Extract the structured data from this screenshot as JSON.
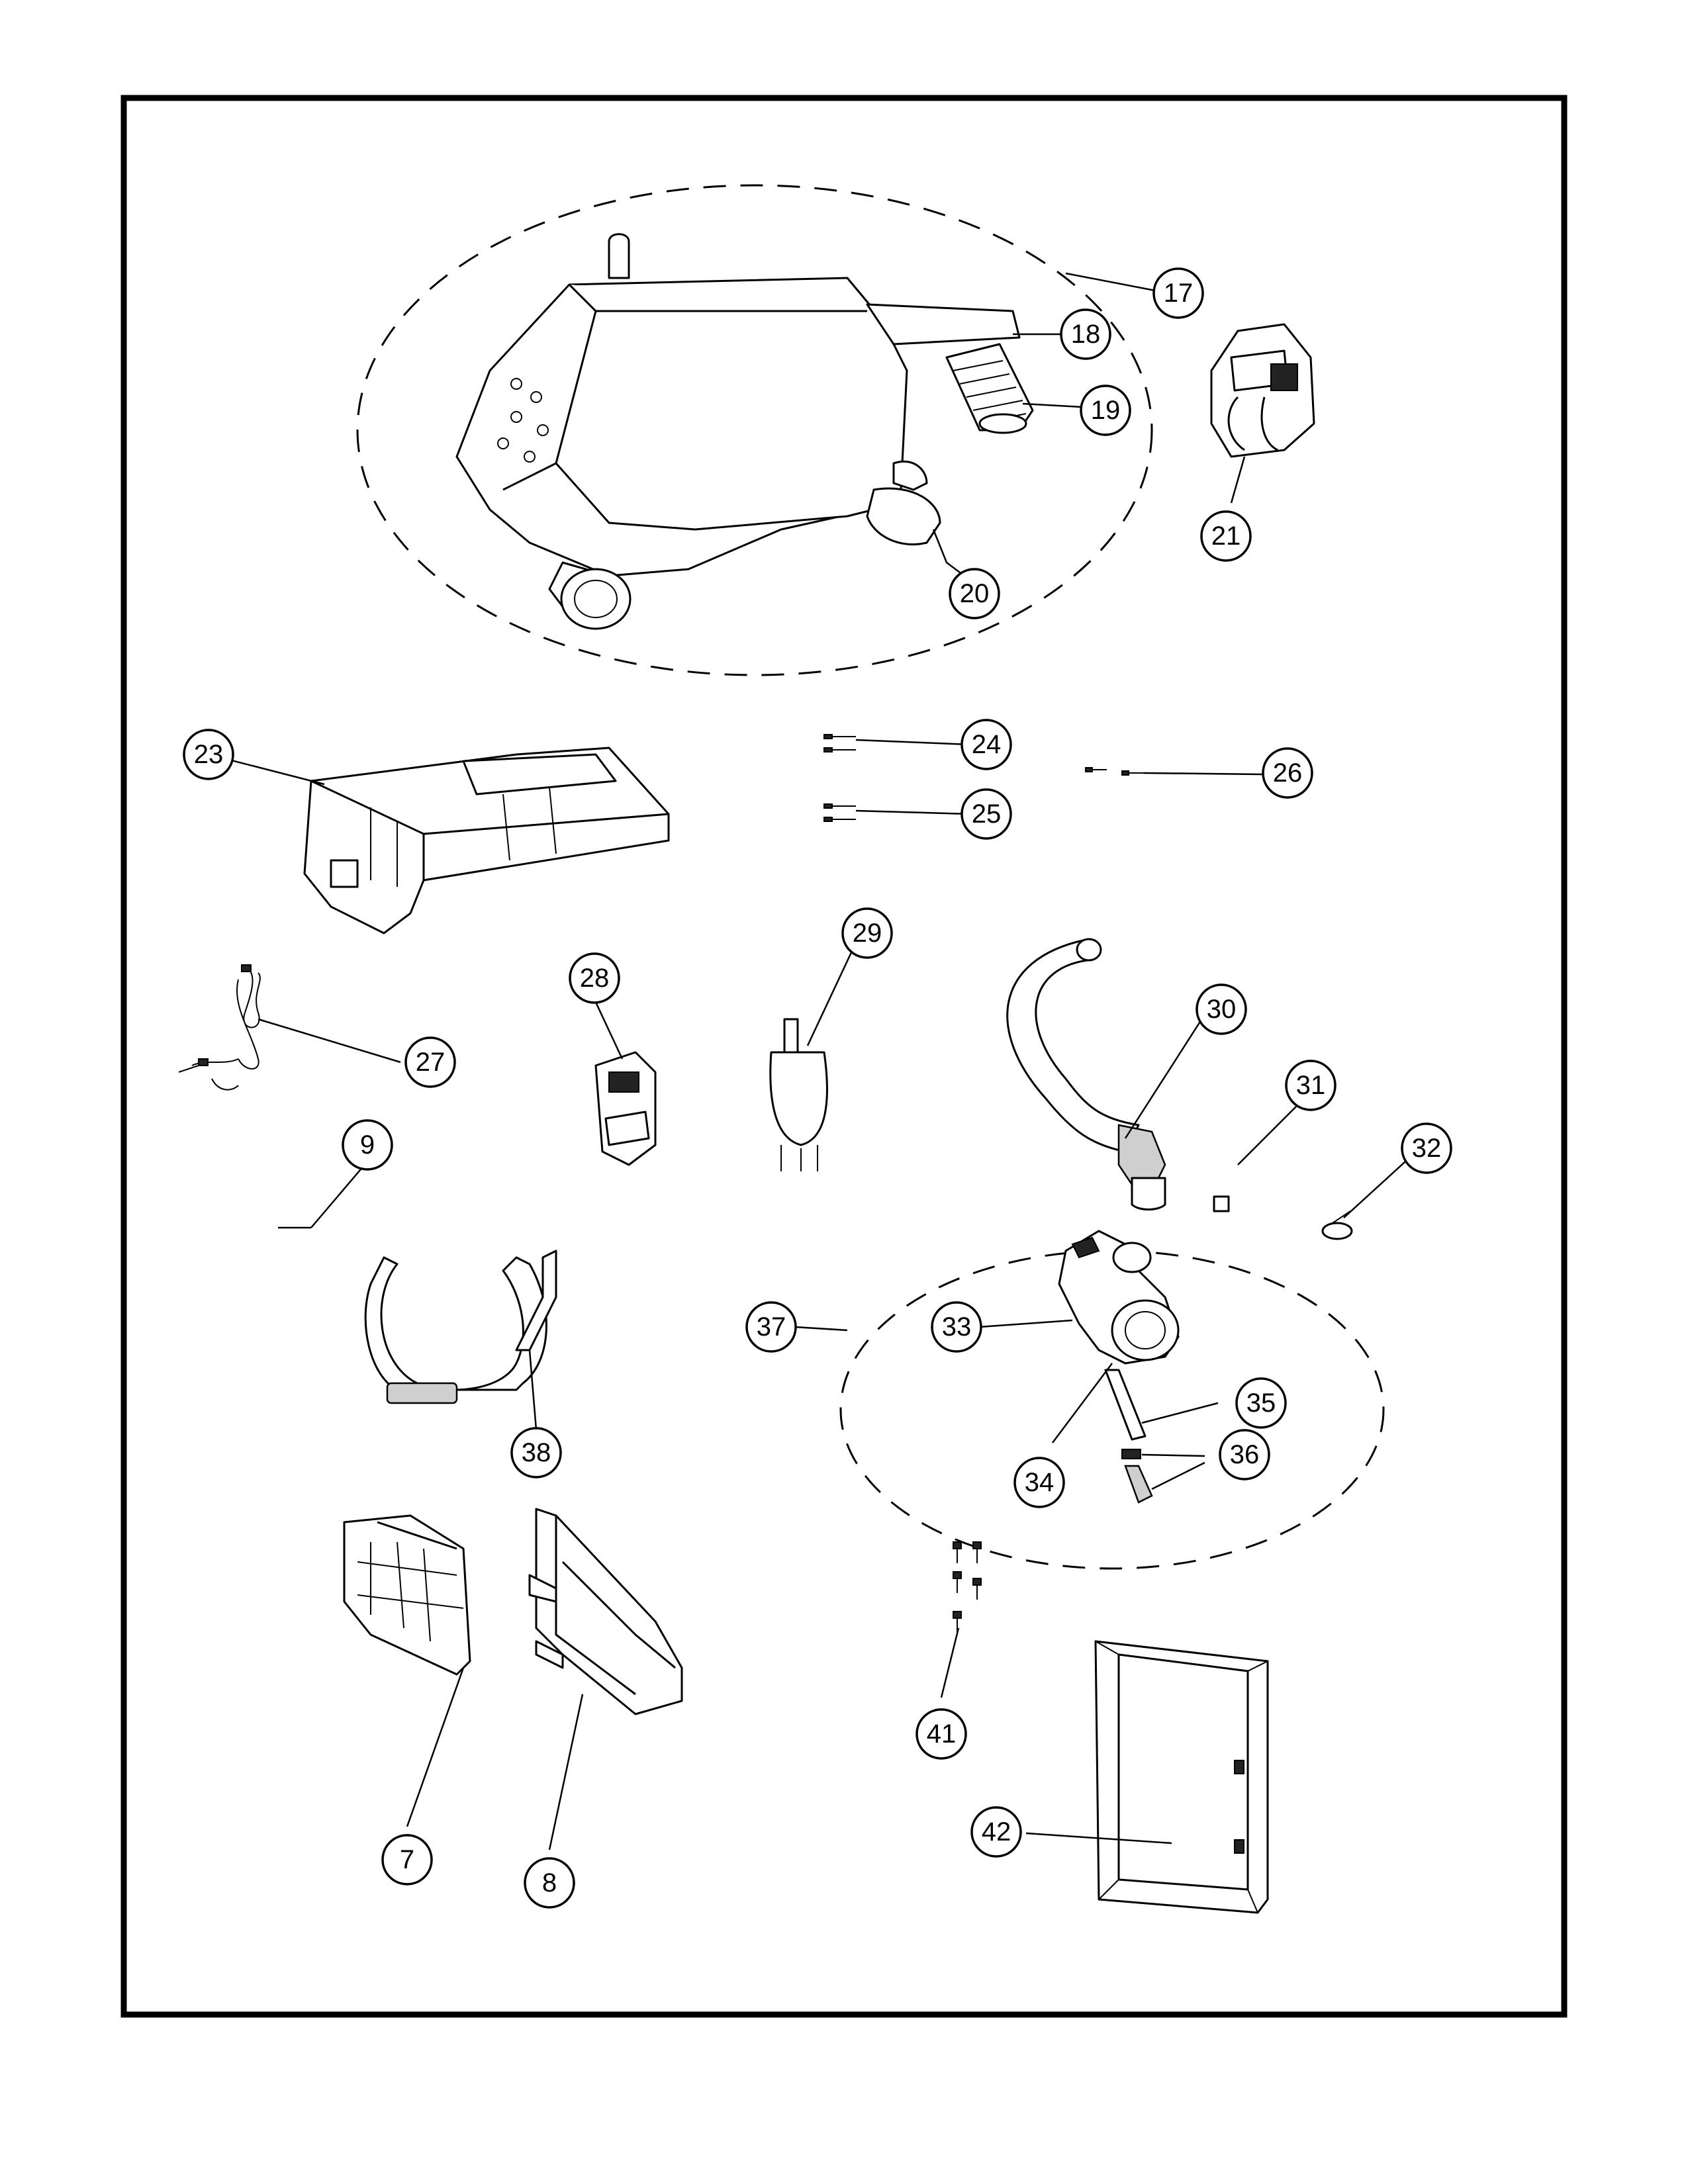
{
  "diagram": {
    "title": "",
    "callouts": [
      {
        "id": "c17",
        "label": "17"
      },
      {
        "id": "c18",
        "label": "18"
      },
      {
        "id": "c19",
        "label": "19"
      },
      {
        "id": "c20",
        "label": "20"
      },
      {
        "id": "c21",
        "label": "21"
      },
      {
        "id": "c23",
        "label": "23"
      },
      {
        "id": "c24",
        "label": "24"
      },
      {
        "id": "c25",
        "label": "25"
      },
      {
        "id": "c26",
        "label": "26"
      },
      {
        "id": "c27",
        "label": "27"
      },
      {
        "id": "c28",
        "label": "28"
      },
      {
        "id": "c29",
        "label": "29"
      },
      {
        "id": "c30",
        "label": "30"
      },
      {
        "id": "c31",
        "label": "31"
      },
      {
        "id": "c32",
        "label": "32"
      },
      {
        "id": "c9",
        "label": "9"
      },
      {
        "id": "c33",
        "label": "33"
      },
      {
        "id": "c37",
        "label": "37"
      },
      {
        "id": "c35",
        "label": "35"
      },
      {
        "id": "c36",
        "label": "36"
      },
      {
        "id": "c34",
        "label": "34"
      },
      {
        "id": "c38",
        "label": "38"
      },
      {
        "id": "c41",
        "label": "41"
      },
      {
        "id": "c42",
        "label": "42"
      },
      {
        "id": "c7",
        "label": "7"
      },
      {
        "id": "c8",
        "label": "8"
      }
    ]
  }
}
